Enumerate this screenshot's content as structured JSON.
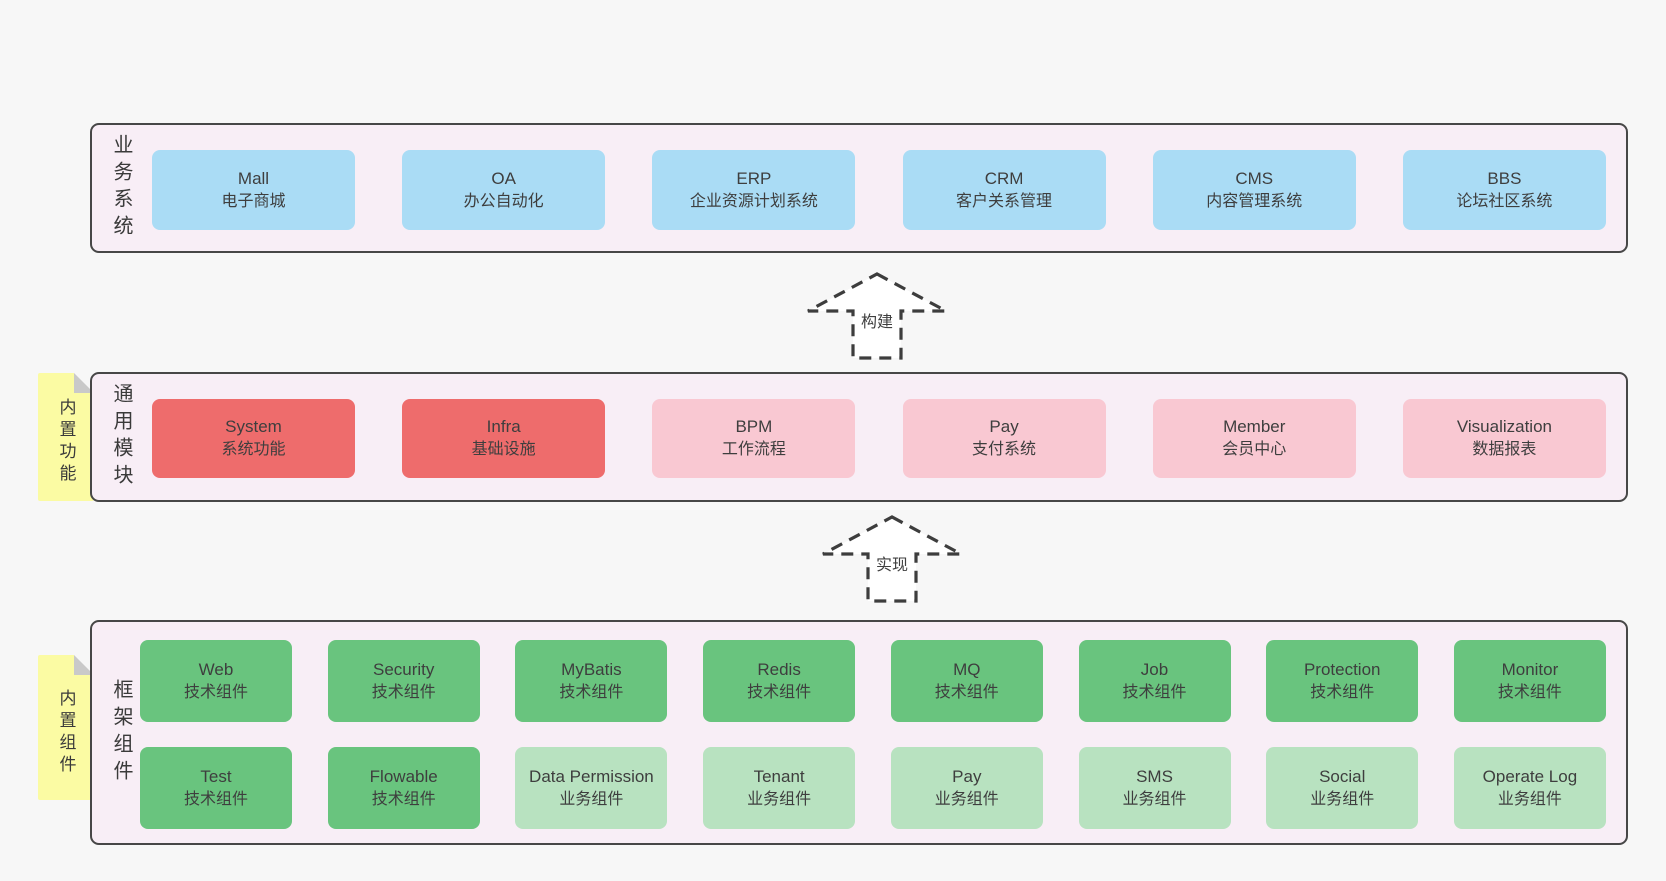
{
  "colors": {
    "page_bg": "#f7f7f7",
    "panel_bg": "#f8eef6",
    "panel_border": "#474747",
    "blue": "#aadcf5",
    "red": "#ee6c6c",
    "pink": "#f9c8d2",
    "green": "#69c47e",
    "light_green": "#b8e2c0",
    "note_yellow": "#fbfba3",
    "note_fold": "#c9c9c9",
    "text": "#3e3e3e",
    "arrow_stroke": "#3d3d3d"
  },
  "layers": {
    "business": {
      "label": "业务系统",
      "boxes": [
        {
          "title": "Mall",
          "subtitle": "电子商城"
        },
        {
          "title": "OA",
          "subtitle": "办公自动化"
        },
        {
          "title": "ERP",
          "subtitle": "企业资源计划系统"
        },
        {
          "title": "CRM",
          "subtitle": "客户关系管理"
        },
        {
          "title": "CMS",
          "subtitle": "内容管理系统"
        },
        {
          "title": "BBS",
          "subtitle": "论坛社区系统"
        }
      ]
    },
    "modules": {
      "label": "通用模块",
      "note": "内置功能",
      "boxes": [
        {
          "title": "System",
          "subtitle": "系统功能"
        },
        {
          "title": "Infra",
          "subtitle": "基础设施"
        },
        {
          "title": "BPM",
          "subtitle": "工作流程"
        },
        {
          "title": "Pay",
          "subtitle": "支付系统"
        },
        {
          "title": "Member",
          "subtitle": "会员中心"
        },
        {
          "title": "Visualization",
          "subtitle": "数据报表"
        }
      ]
    },
    "framework": {
      "label": "框架组件",
      "note": "内置组件",
      "row1": [
        {
          "title": "Web",
          "subtitle": "技术组件"
        },
        {
          "title": "Security",
          "subtitle": "技术组件"
        },
        {
          "title": "MyBatis",
          "subtitle": "技术组件"
        },
        {
          "title": "Redis",
          "subtitle": "技术组件"
        },
        {
          "title": "MQ",
          "subtitle": "技术组件"
        },
        {
          "title": "Job",
          "subtitle": "技术组件"
        },
        {
          "title": "Protection",
          "subtitle": "技术组件"
        },
        {
          "title": "Monitor",
          "subtitle": "技术组件"
        }
      ],
      "row2": [
        {
          "title": "Test",
          "subtitle": "技术组件"
        },
        {
          "title": "Flowable",
          "subtitle": "技术组件"
        },
        {
          "title": "Data Permission",
          "subtitle": "业务组件"
        },
        {
          "title": "Tenant",
          "subtitle": "业务组件"
        },
        {
          "title": "Pay",
          "subtitle": "业务组件"
        },
        {
          "title": "SMS",
          "subtitle": "业务组件"
        },
        {
          "title": "Social",
          "subtitle": "业务组件"
        },
        {
          "title": "Operate Log",
          "subtitle": "业务组件"
        }
      ]
    }
  },
  "arrows": [
    {
      "label": "构建"
    },
    {
      "label": "实现"
    }
  ]
}
